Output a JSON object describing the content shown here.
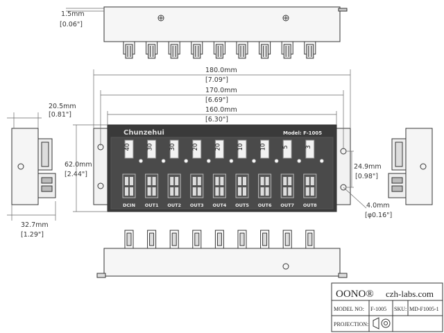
{
  "dimensions": {
    "top_thickness": {
      "mm": "1.5mm",
      "in": "[0.06\"]"
    },
    "width_outer": {
      "mm": "180.0mm",
      "in": "[7.09\"]"
    },
    "width_mid": {
      "mm": "170.0mm",
      "in": "[6.69\"]"
    },
    "width_inner": {
      "mm": "160.0mm",
      "in": "[6.30\"]"
    },
    "depth_side": {
      "mm": "20.5mm",
      "in": "[0.81\"]"
    },
    "height": {
      "mm": "62.0mm",
      "in": "[2.44\"]"
    },
    "hole_spacing": {
      "mm": "24.9mm",
      "in": "[0.98\"]"
    },
    "hole_dia": {
      "mm": "4.0mm",
      "in": "[φ0.16\"]"
    },
    "side_depth": {
      "mm": "32.7mm",
      "in": "[1.29\"]"
    }
  },
  "panel": {
    "brand": "Chunzehui",
    "model": "Model: F-1005",
    "fuses": [
      "40",
      "30",
      "30",
      "20",
      "20",
      "10",
      "10",
      "5",
      "3"
    ],
    "ports": [
      "DCIN",
      "OUT1",
      "OUT2",
      "OUT3",
      "OUT4",
      "OUT5",
      "OUT6",
      "OUT7",
      "OUT8"
    ]
  },
  "title_block": {
    "brand": "OONO®",
    "website": "czh-labs.com",
    "model_label": "MODEL NO:",
    "model_value": "F-1005",
    "sku_label": "SKU:",
    "sku_value": "MD-F1005-1",
    "projection_label": "PROJECTION:"
  },
  "colors": {
    "line": "#333333",
    "panel_fill": "#3a3a3a",
    "body_fill": "#f4f4f4"
  }
}
